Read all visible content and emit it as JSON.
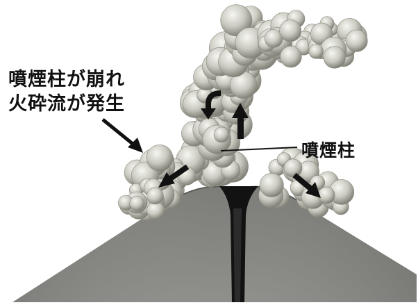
{
  "annotations": {
    "collapse_line_1": "噴煙柱が崩れ",
    "collapse_line_2": "火砕流が発生",
    "eruption_column": "噴煙柱"
  },
  "colors": {
    "background": "#ffffff",
    "cloud_light": "#e9e9e3",
    "cloud_mid": "#bdbdb3",
    "cloud_dark": "#7b7b72",
    "mountain_light": "#8c8c88",
    "mountain_dark": "#5e5e5b",
    "vent": "#111111",
    "arrow": "#111111"
  }
}
